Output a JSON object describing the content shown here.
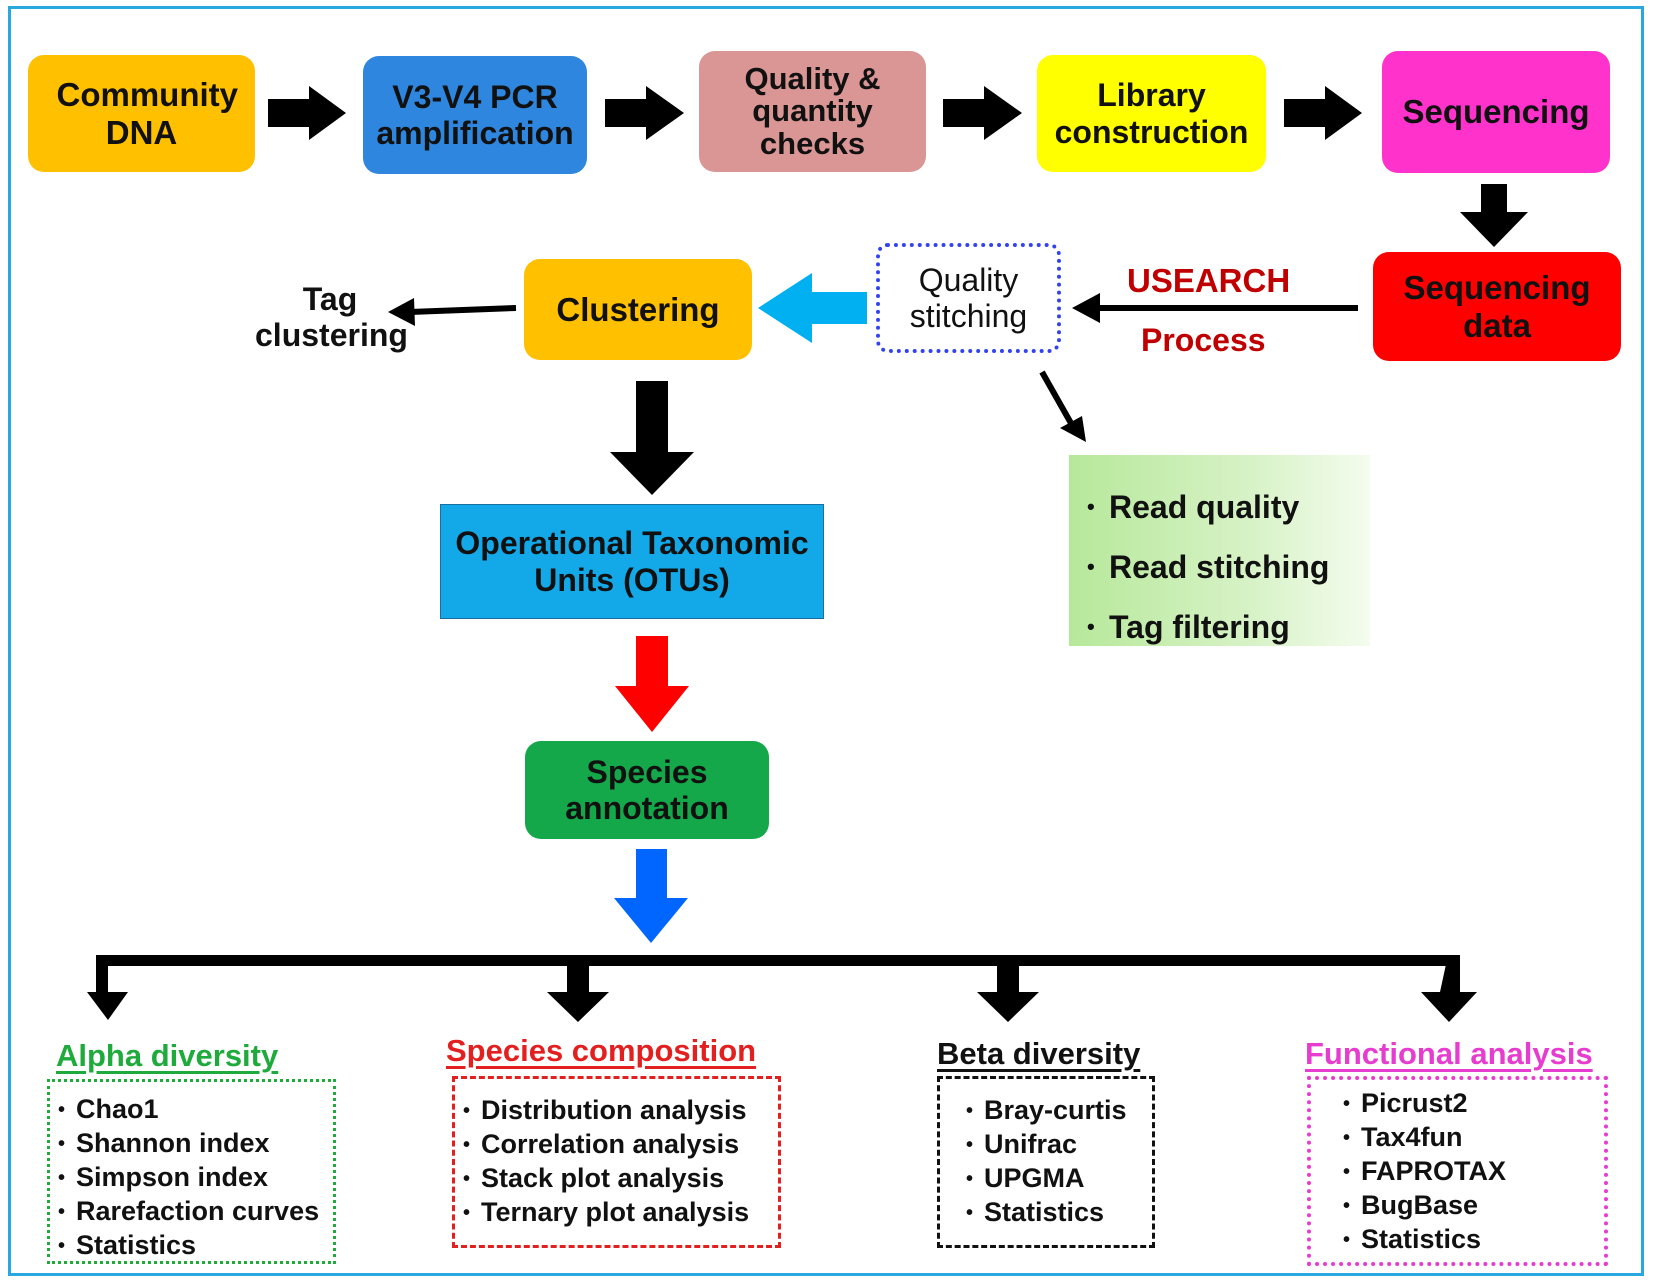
{
  "steps": {
    "community_dna": "Community DNA",
    "pcr": "V3-V4 PCR amplification",
    "quality_checks": "Quality & quantity checks",
    "library": "Library construction",
    "sequencing": "Sequencing",
    "sequencing_data": "Sequencing data",
    "quality_stitching": "Quality stitching",
    "clustering": "Clustering",
    "tag_clustering": "Tag clustering",
    "otus": "Operational Taxonomic Units (OTUs)",
    "species_annotation": "Species annotation"
  },
  "usearch": {
    "line1": "USEARCH",
    "line2": "Process"
  },
  "stitching_details": [
    "Read quality",
    "Read stitching",
    "Tag filtering"
  ],
  "analyses": {
    "alpha": {
      "title": "Alpha diversity",
      "color": "#1faa3c",
      "items": [
        "Chao1",
        "Shannon index",
        "Simpson index",
        "Rarefaction curves",
        "Statistics"
      ]
    },
    "species": {
      "title": "Species composition",
      "color": "#e32020",
      "items": [
        "Distribution analysis",
        "Correlation analysis",
        "Stack plot analysis",
        "Ternary plot analysis"
      ]
    },
    "beta": {
      "title": "Beta diversity",
      "color": "#111111",
      "items": [
        "Bray-curtis",
        "Unifrac",
        "UPGMA",
        "Statistics"
      ]
    },
    "functional": {
      "title": "Functional analysis",
      "color": "#e73cd0",
      "items": [
        "Picrust2",
        "Tax4fun",
        "FAPROTAX",
        "BugBase",
        "Statistics"
      ]
    }
  },
  "colors": {
    "frame": "#29a8e0",
    "community_dna": "#ffc000",
    "pcr": "#2e86de",
    "quality_checks": "#d99694",
    "library": "#ffff00",
    "sequencing": "#ff33cc",
    "sequencing_data": "#ff0000",
    "clustering": "#ffc000",
    "otus": "#13a9e8",
    "species_annotation": "#14a84a",
    "usearch_text": "#c00000"
  }
}
